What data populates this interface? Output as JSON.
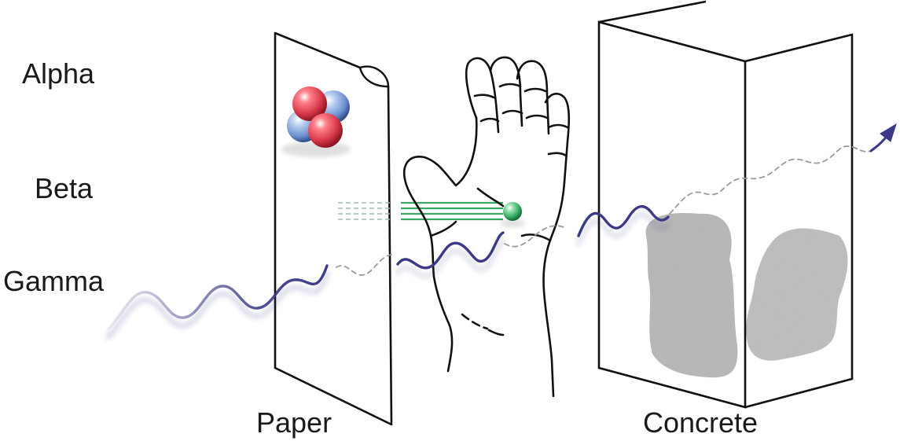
{
  "labels": {
    "alpha": "Alpha",
    "beta": "Beta",
    "gamma": "Gamma",
    "paper": "Paper",
    "concrete": "Concrete"
  },
  "colors": {
    "alpha_red": "#d8394a",
    "alpha_blue": "#4a78c0",
    "beta_green": "#3aa765",
    "gamma_wave": "#3b3a86",
    "outline": "#111111"
  }
}
